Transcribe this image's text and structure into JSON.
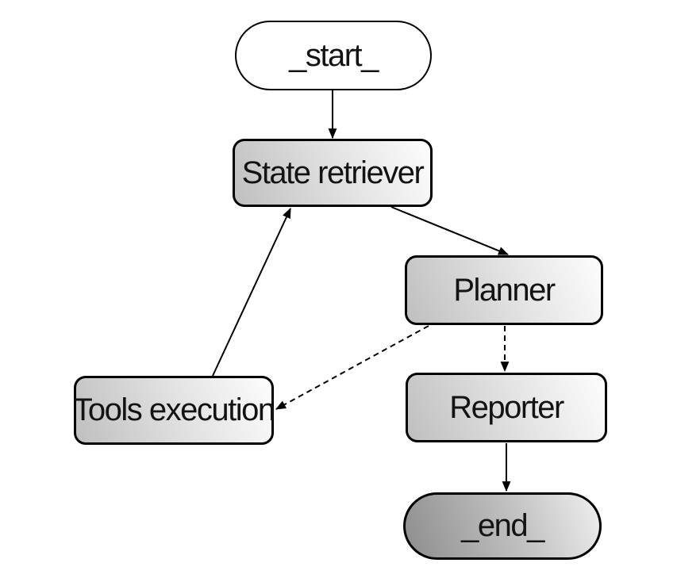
{
  "diagram": {
    "type": "flowchart",
    "background_color": "#ffffff",
    "colors": {
      "node_border": "#000000",
      "edge_stroke": "#000000",
      "label_text": "#131313",
      "rect_gradient_from": "#bfbfbf",
      "rect_gradient_to": "#fdfdfd",
      "end_gradient_from": "#8d8d8d",
      "end_gradient_to": "#efefef",
      "start_fill": "#ffffff"
    },
    "nodes": [
      {
        "id": "start",
        "label": "_start_",
        "shape": "stadium"
      },
      {
        "id": "state_retriever",
        "label": "State retriever",
        "shape": "rounded-rect"
      },
      {
        "id": "planner",
        "label": "Planner",
        "shape": "rounded-rect"
      },
      {
        "id": "tools_execution",
        "label": "Tools execution",
        "shape": "rounded-rect"
      },
      {
        "id": "reporter",
        "label": "Reporter",
        "shape": "rounded-rect"
      },
      {
        "id": "end",
        "label": "_end_",
        "shape": "stadium"
      }
    ],
    "edges": [
      {
        "from": "start",
        "to": "state_retriever",
        "style": "solid",
        "arrow": true
      },
      {
        "from": "state_retriever",
        "to": "planner",
        "style": "solid",
        "arrow": true
      },
      {
        "from": "tools_execution",
        "to": "state_retriever",
        "style": "solid",
        "arrow": true
      },
      {
        "from": "planner",
        "to": "tools_execution",
        "style": "dashed",
        "arrow": true
      },
      {
        "from": "planner",
        "to": "reporter",
        "style": "dashed",
        "arrow": true
      },
      {
        "from": "reporter",
        "to": "end",
        "style": "solid",
        "arrow": true
      }
    ]
  }
}
